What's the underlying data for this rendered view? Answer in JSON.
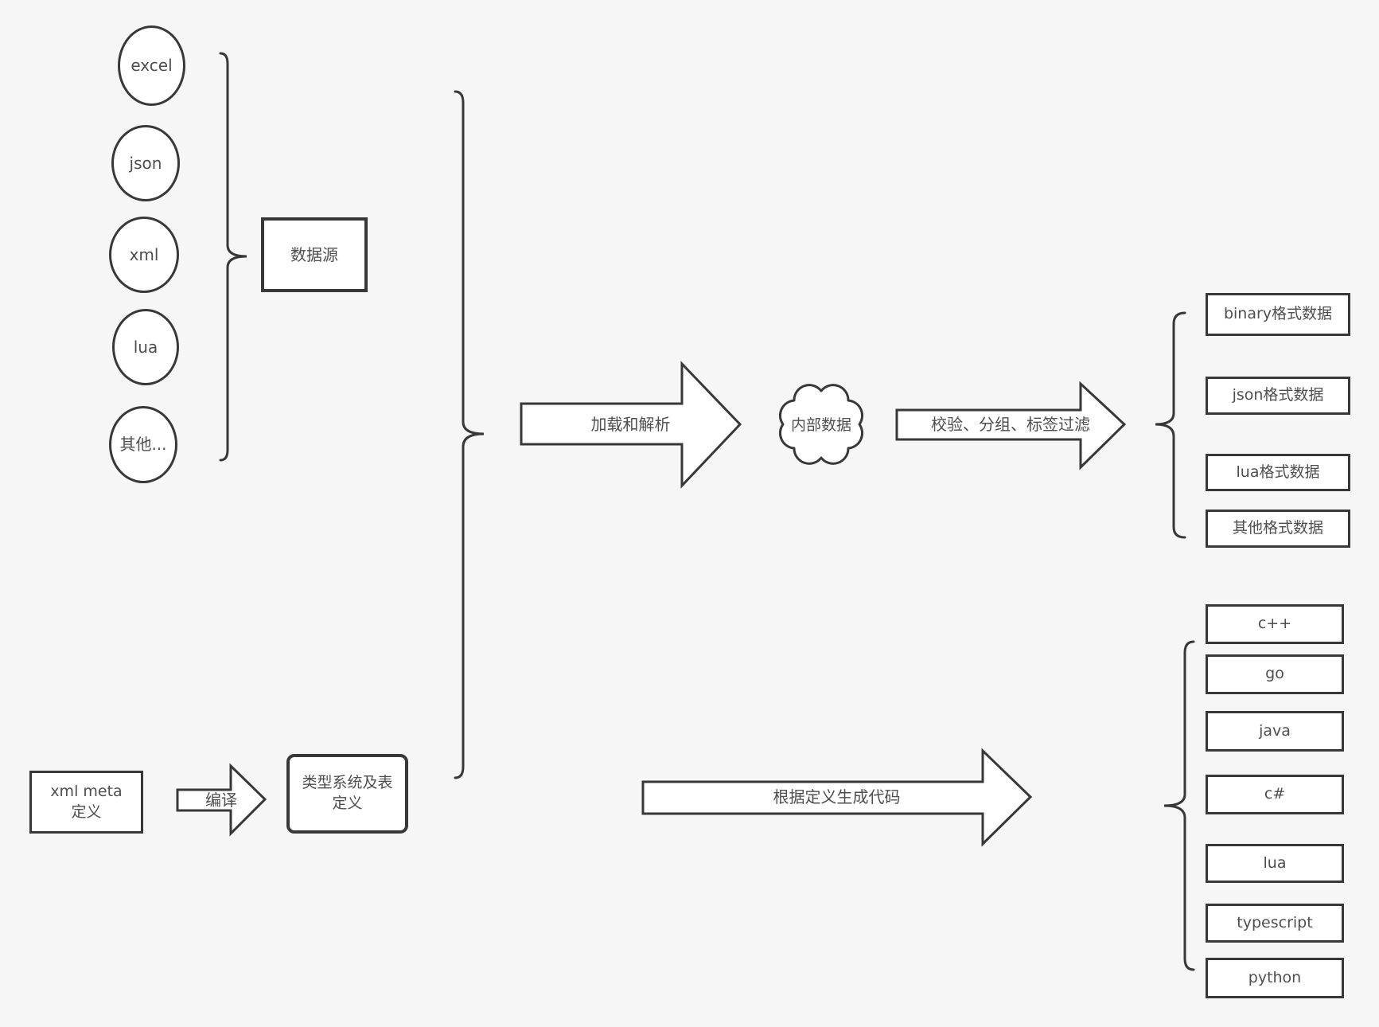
{
  "diagram": {
    "sources": {
      "items": [
        "excel",
        "json",
        "xml",
        "lua",
        "其他..."
      ],
      "group_label": "数据源"
    },
    "pipeline": {
      "load_arrow": "加载和解析",
      "internal_data": "内部数据",
      "filter_arrow": "校验、分组、标签过滤"
    },
    "data_outputs": [
      "binary格式数据",
      "json格式数据",
      "lua格式数据",
      "其他格式数据"
    ],
    "definition": {
      "xml_meta": "xml meta定义",
      "compile_arrow": "编译",
      "type_system": "类型系统及表定义",
      "codegen_arrow": "根据定义生成代码"
    },
    "languages": [
      "c++",
      "go",
      "java",
      "c#",
      "lua",
      "typescript",
      "python"
    ],
    "colors": {
      "background": "#f6f6f6",
      "shape_fill": "#ffffff",
      "line": "#383838",
      "text": "#4e4e4e"
    }
  }
}
